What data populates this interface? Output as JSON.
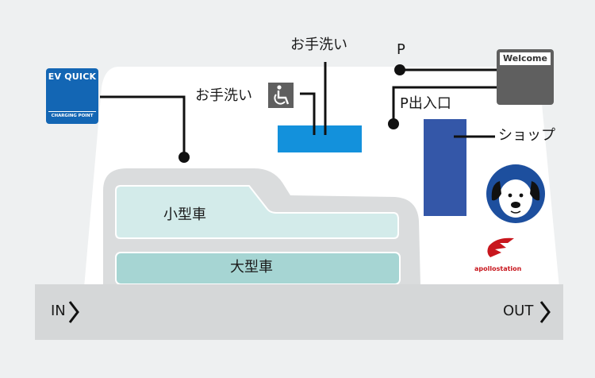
{
  "labels": {
    "toilet_top": "お手洗い",
    "toilet_left": "お手洗い",
    "p": "P",
    "p_entrance": "P出入口",
    "shop": "ショップ",
    "small_car": "小型車",
    "large_car": "大型車",
    "in": "IN",
    "out": "OUT"
  },
  "badges": {
    "ev_top": "EV QUICK",
    "ev_bottom": "CHARGING POINT",
    "welcome": "Welcome",
    "apollo": "apollostation"
  },
  "icons": [
    "ev-charging-icon",
    "wheelchair-icon",
    "welcome-person-icon",
    "dog-mascot-icon",
    "apollo-logo-icon",
    "chevron-right-icon"
  ],
  "colors": {
    "background": "#eef0f1",
    "lot": "#ffffff",
    "road": "#d5d7d8",
    "island": "#dadcdd",
    "small_car_bay": "#d3ebea",
    "large_car_bay": "#a6d5d3",
    "toilet_block": "#1391dc",
    "shop_block": "#3457a8",
    "ev_badge": "#1366b4",
    "apollo_red": "#c8161d"
  }
}
